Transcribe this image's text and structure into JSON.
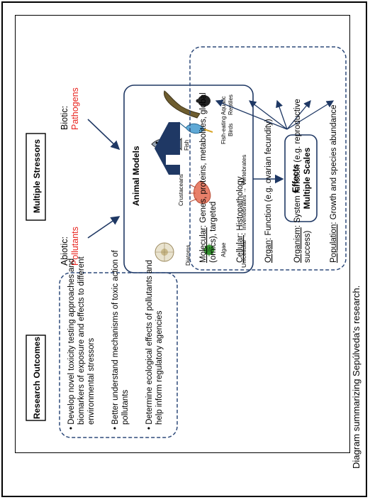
{
  "caption": "Diagram summarizing Sepúlveda's research.",
  "stressors": {
    "title": "Multiple Stressors",
    "abiotic_label": "Abiotic:",
    "abiotic_value": "Pollutants",
    "biotic_label": "Biotic:",
    "biotic_value": "Pathogens"
  },
  "animal_models": {
    "title": "Animal Models",
    "organisms": [
      "Diatoms",
      "Algae",
      "Crustaceans",
      "Fish",
      "Fish-eating",
      "Birds",
      "Aquatic",
      "Reptiles"
    ],
    "scale_text": "Unicellular → Invertebrates → Vertebrates"
  },
  "effects": {
    "title": "Effects",
    "subtitle": "Multiple Scales"
  },
  "scales": [
    {
      "term": "Molecular",
      "lines": [
        ": Genes, proteins, metabolites, global",
        "(omics), targeted"
      ]
    },
    {
      "term": "Cellular",
      "lines": [
        ": Histopathology"
      ]
    },
    {
      "term": "Organ",
      "lines": [
        ": Function (e.g. ovarian fecundity)"
      ]
    },
    {
      "term": "Organism",
      "lines": [
        ": System function (e.g. reproductive",
        "success)"
      ]
    },
    {
      "term": "Population",
      "lines": [
        ": Growth and species abundance"
      ]
    }
  ],
  "research_outcomes": {
    "title": "Research Outcomes",
    "items": [
      [
        "• Develop novel toxicity testing approaches and",
        "biomarkers of exposure and effects to different",
        "environmental stressors"
      ],
      [
        "• Better understand mechanisms of toxic action of",
        "pollutants"
      ],
      [
        "• Determine ecological effects of pollutants and",
        "help inform regulatory agencies"
      ]
    ]
  },
  "colors": {
    "accent_red": "#e8211c",
    "dark_blue": "#1f3864",
    "dashed_blue": "#2e4a7a"
  }
}
